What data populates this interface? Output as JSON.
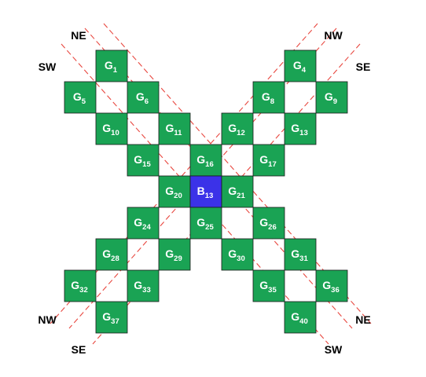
{
  "colors": {
    "green": "#1aa354",
    "blue": "#3b32e8",
    "line": "#e8473f",
    "text": "#ffffff"
  },
  "cells": [
    {
      "prefix": "G",
      "sub": "1",
      "kind": "green"
    },
    {
      "prefix": "G",
      "sub": "4",
      "kind": "green"
    },
    {
      "prefix": "G",
      "sub": "5",
      "kind": "green"
    },
    {
      "prefix": "G",
      "sub": "6",
      "kind": "green"
    },
    {
      "prefix": "G",
      "sub": "8",
      "kind": "green"
    },
    {
      "prefix": "G",
      "sub": "9",
      "kind": "green"
    },
    {
      "prefix": "G",
      "sub": "10",
      "kind": "green"
    },
    {
      "prefix": "G",
      "sub": "11",
      "kind": "green"
    },
    {
      "prefix": "G",
      "sub": "12",
      "kind": "green"
    },
    {
      "prefix": "G",
      "sub": "13",
      "kind": "green"
    },
    {
      "prefix": "G",
      "sub": "15",
      "kind": "green"
    },
    {
      "prefix": "G",
      "sub": "16",
      "kind": "green"
    },
    {
      "prefix": "G",
      "sub": "17",
      "kind": "green"
    },
    {
      "prefix": "G",
      "sub": "20",
      "kind": "green"
    },
    {
      "prefix": "B",
      "sub": "13",
      "kind": "blue"
    },
    {
      "prefix": "G",
      "sub": "21",
      "kind": "green"
    },
    {
      "prefix": "G",
      "sub": "24",
      "kind": "green"
    },
    {
      "prefix": "G",
      "sub": "25",
      "kind": "green"
    },
    {
      "prefix": "G",
      "sub": "26",
      "kind": "green"
    },
    {
      "prefix": "G",
      "sub": "28",
      "kind": "green"
    },
    {
      "prefix": "G",
      "sub": "29",
      "kind": "green"
    },
    {
      "prefix": "G",
      "sub": "30",
      "kind": "green"
    },
    {
      "prefix": "G",
      "sub": "31",
      "kind": "green"
    },
    {
      "prefix": "G",
      "sub": "32",
      "kind": "green"
    },
    {
      "prefix": "G",
      "sub": "33",
      "kind": "green"
    },
    {
      "prefix": "G",
      "sub": "35",
      "kind": "green"
    },
    {
      "prefix": "G",
      "sub": "36",
      "kind": "green"
    },
    {
      "prefix": "G",
      "sub": "37",
      "kind": "green"
    },
    {
      "prefix": "G",
      "sub": "40",
      "kind": "green"
    }
  ],
  "direction_labels": [
    {
      "id": "ne-top",
      "text": "NE"
    },
    {
      "id": "nw-top",
      "text": "NW"
    },
    {
      "id": "sw-top",
      "text": "SW"
    },
    {
      "id": "se-top",
      "text": "SE"
    },
    {
      "id": "nw-bottom",
      "text": "NW"
    },
    {
      "id": "ne-bottom",
      "text": "NE"
    },
    {
      "id": "se-bottom",
      "text": "SE"
    },
    {
      "id": "sw-bottom",
      "text": "SW"
    }
  ]
}
